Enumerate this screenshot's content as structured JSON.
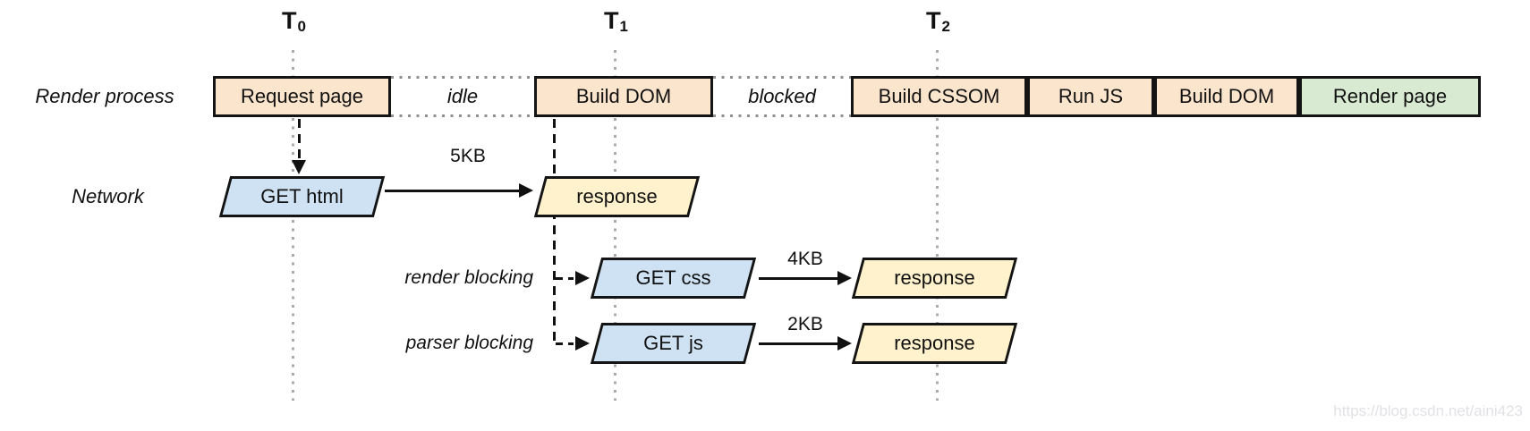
{
  "colors": {
    "task_fill": "#fce5cd",
    "final_fill": "#d9ead3",
    "request_fill": "#cfe2f3",
    "response_fill": "#fff2cc",
    "line_black": "#111111",
    "dotted_gray": "#9a9a9a",
    "watermark_gray": "#e2e2e6"
  },
  "timeline": {
    "markers": [
      {
        "t": "T",
        "sub": "0"
      },
      {
        "t": "T",
        "sub": "1"
      },
      {
        "t": "T",
        "sub": "2"
      }
    ]
  },
  "render_process": {
    "label": "Render process",
    "request_page": "Request page",
    "idle": "idle",
    "build_dom": "Build DOM",
    "blocked": "blocked",
    "build_cssom": "Build CSSOM",
    "run_js": "Run JS",
    "build_dom_2": "Build DOM",
    "render_page": "Render page"
  },
  "network": {
    "label": "Network",
    "get_html": "GET html",
    "html_size": "5KB",
    "html_response": "response",
    "render_blocking": "render blocking",
    "get_css": "GET css",
    "css_size": "4KB",
    "css_response": "response",
    "parser_blocking": "parser blocking",
    "get_js": "GET js",
    "js_size": "2KB",
    "js_response": "response"
  },
  "watermark": "https://blog.csdn.net/aini423"
}
